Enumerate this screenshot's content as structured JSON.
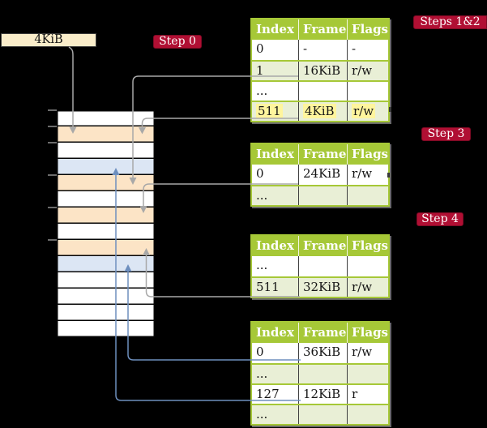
{
  "memory": {
    "frame_label": "4KiB",
    "rows": [
      {
        "color": "#ffffff"
      },
      {
        "color": "#fce4c6"
      },
      {
        "color": "#ffffff"
      },
      {
        "color": "#dce6f4"
      },
      {
        "color": "#fce4c6"
      },
      {
        "color": "#ffffff"
      },
      {
        "color": "#fce4c6"
      },
      {
        "color": "#ffffff"
      },
      {
        "color": "#fce4c6"
      },
      {
        "color": "#dce6f4"
      },
      {
        "color": "#ffffff"
      },
      {
        "color": "#ffffff"
      },
      {
        "color": "#ffffff"
      },
      {
        "color": "#ffffff"
      }
    ]
  },
  "badges": [
    {
      "label": "Step 0"
    },
    {
      "label": "Steps 1&2"
    },
    {
      "label": "Step 3"
    },
    {
      "label": "Step 4"
    }
  ],
  "tables": [
    {
      "headers": [
        "Index",
        "Frame",
        "Flags"
      ],
      "rows": [
        {
          "cells": [
            "0",
            "-",
            "-"
          ]
        },
        {
          "cells": [
            "1",
            "16KiB",
            "r/w"
          ]
        },
        {
          "cells": [
            "...",
            "",
            ""
          ]
        },
        {
          "cells": [
            "511",
            "4KiB",
            "r/w"
          ]
        }
      ]
    },
    {
      "headers": [
        "Index",
        "Frame",
        "Flags"
      ],
      "rows": [
        {
          "cells": [
            "0",
            "24KiB",
            "r/w"
          ]
        },
        {
          "cells": [
            "...",
            "",
            ""
          ]
        }
      ]
    },
    {
      "headers": [
        "Index",
        "Frame",
        "Flags"
      ],
      "rows": [
        {
          "cells": [
            "...",
            "",
            ""
          ]
        },
        {
          "cells": [
            "511",
            "32KiB",
            "r/w"
          ]
        }
      ]
    },
    {
      "headers": [
        "Index",
        "Frame",
        "Flags"
      ],
      "rows": [
        {
          "cells": [
            "0",
            "36KiB",
            "r/w"
          ]
        },
        {
          "cells": [
            "...",
            "",
            ""
          ]
        },
        {
          "cells": [
            "127",
            "12KiB",
            "r"
          ]
        },
        {
          "cells": [
            "...",
            "",
            ""
          ]
        }
      ]
    }
  ],
  "colors": {
    "background": "#000000",
    "row_orange": "#fce4c6",
    "row_blue": "#dce6f4",
    "row_white": "#ffffff",
    "label_box_fill": "#faedca",
    "table_header_green": "#a6c837",
    "table_row_green": "#e9efd6",
    "highlight_yellow": "#fff59d",
    "badge_red": "#b00f33",
    "arrow_gray": "#a8a8a8",
    "arrow_blue": "#6e8fbe"
  }
}
